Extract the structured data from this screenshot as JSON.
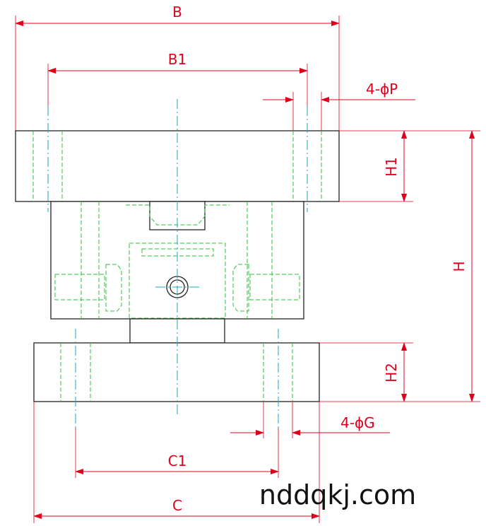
{
  "dimensions": {
    "B": "B",
    "B1": "B1",
    "P": "4-ϕP",
    "H1": "H1",
    "H": "H",
    "H2": "H2",
    "G": "4-ϕG",
    "C1": "C1",
    "C": "C"
  },
  "watermark": "nddqkj.com",
  "colors": {
    "dimension": "#e0001b",
    "hidden_line": "#2fbf3a",
    "center_line": "#1aa7c4",
    "outline": "#222222"
  }
}
